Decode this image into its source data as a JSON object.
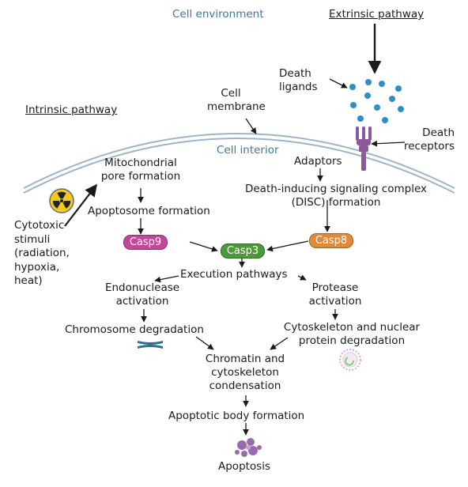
{
  "labels": {
    "cell_environment": "Cell environment",
    "extrinsic_pathway": "Extrinsic pathway",
    "death_ligands": "Death\nligands",
    "cell_membrane": "Cell\nmembrane",
    "intrinsic_pathway": "Intrinsic pathway",
    "death_receptors": "Death\nreceptors",
    "cell_interior": "Cell interior",
    "mitochondrial_pore": "Mitochondrial\npore formation",
    "adaptors": "Adaptors",
    "disc": "Death-inducing signaling complex\n(DISC) formation",
    "apoptosome": "Apoptosome formation",
    "cytotoxic": "Cytotoxic\nstimuli\n(radiation,\nhypoxia,\nheat)",
    "casp9": "Casp9",
    "casp3": "Casp3",
    "casp8": "Casp8",
    "execution": "Execution pathways",
    "endonuclease": "Endonuclease\nactivation",
    "protease": "Protease\nactivation",
    "chromosome_degradation": "Chromosome degradation",
    "cytoskeleton_degradation": "Cytoskeleton and nuclear\nprotein degradation",
    "chromatin": "Chromatin and\ncytoskeleton\ncondensation",
    "apoptotic_body": "Apoptotic body formation",
    "apoptosis": "Apoptosis"
  },
  "colors": {
    "casp9": "#c2479a",
    "casp3": "#4a9a3a",
    "casp8": "#e08a3a",
    "membrane": "#9fb4c8",
    "ligand": "#2e8fc4",
    "receptor": "#8a5a9a",
    "label_blue": "#3a78a8"
  },
  "icons": {
    "radiation": "radiation-hazard-icon",
    "chromosome": "chromosome-icon",
    "nucleus": "nuclear-degradation-icon",
    "apoptotic_cell": "apoptotic-cell-icon"
  }
}
